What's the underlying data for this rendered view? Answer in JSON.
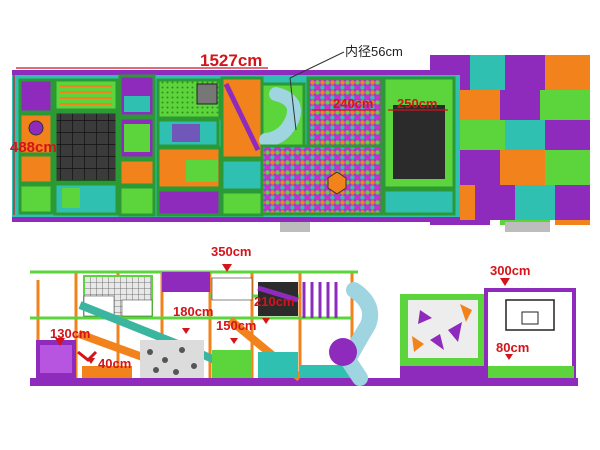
{
  "top_view": {
    "dimensions": {
      "length": "1527cm",
      "width": "488cm",
      "tube_inner_diameter": "内径56cm",
      "ball_pit_width": "240cm",
      "trampoline_width": "250cm"
    }
  },
  "front_view": {
    "heights": {
      "overall": "350cm",
      "basketball_area": "300cm",
      "deck_130": "130cm",
      "deck_40": "40cm",
      "deck_180": "180cm",
      "deck_150": "150cm",
      "deck_210": "210cm",
      "climb_80": "80cm"
    }
  },
  "colors": {
    "purple": "#8e2bbd",
    "green": "#5cd43c",
    "orange": "#f2821b",
    "teal": "#2fc0b2",
    "dimension_red": "#d4141a",
    "trampoline": "#2b2b2b",
    "slide": "#3bb5a0"
  }
}
